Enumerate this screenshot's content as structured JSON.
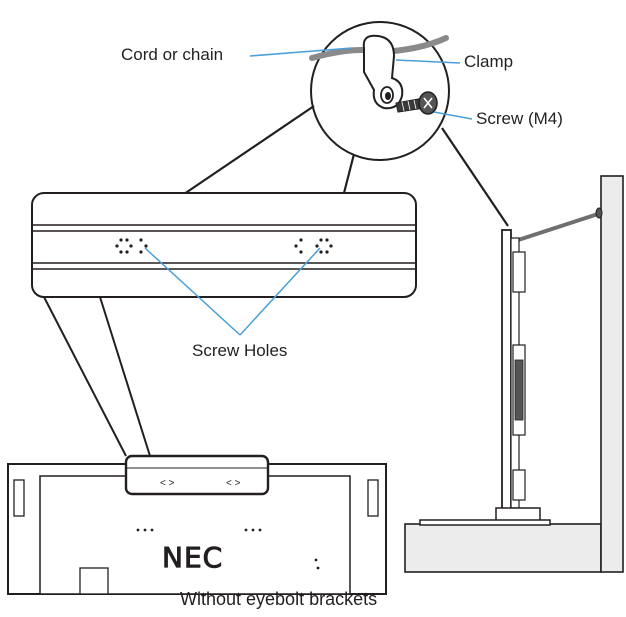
{
  "labels": {
    "cord_or_chain": "Cord or chain",
    "clamp": "Clamp",
    "screw": "Screw (M4)",
    "screw_holes": "Screw Holes",
    "brand": "NEC",
    "caption": "Without eyebolt brackets"
  },
  "colors": {
    "callout_line": "#4a9fd8",
    "outline": "#231f20",
    "wall_fill": "#ececec",
    "cord": "#8a8a8a"
  }
}
